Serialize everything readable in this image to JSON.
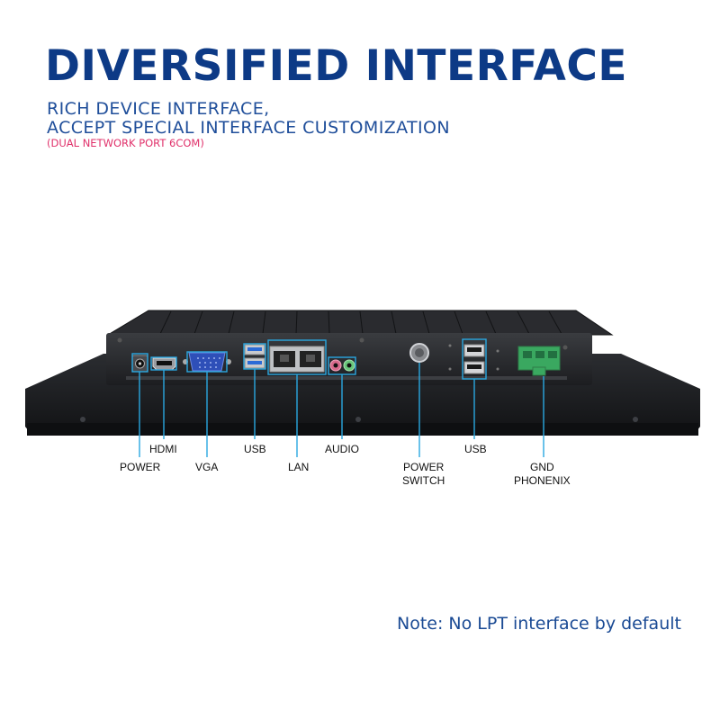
{
  "header": {
    "title": "DIVERSIFIED INTERFACE",
    "subtitle_line1": "RICH DEVICE INTERFACE,",
    "subtitle_line2": "ACCEPT SPECIAL INTERFACE CUSTOMIZATION",
    "subtitle_note": "(DUAL NETWORK PORT 6COM)"
  },
  "colors": {
    "title": "#0d3a86",
    "subtitle": "#1f4e9a",
    "note_pink": "#e0306a",
    "callout_line": "#2aa7e0",
    "terminal_green": "#3aa860",
    "usb_blue": "#2c6bd6"
  },
  "ports": {
    "power": "POWER",
    "hdmi": "HDMI",
    "vga": "VGA",
    "usb_left": "USB",
    "lan": "LAN",
    "audio": "AUDIO",
    "power_switch_line1": "POWER",
    "power_switch_line2": "SWITCH",
    "usb_right": "USB",
    "gnd_line1": "GND",
    "gnd_line2": "PHONENIX"
  },
  "footer": {
    "note": "Note: No LPT interface by default"
  }
}
